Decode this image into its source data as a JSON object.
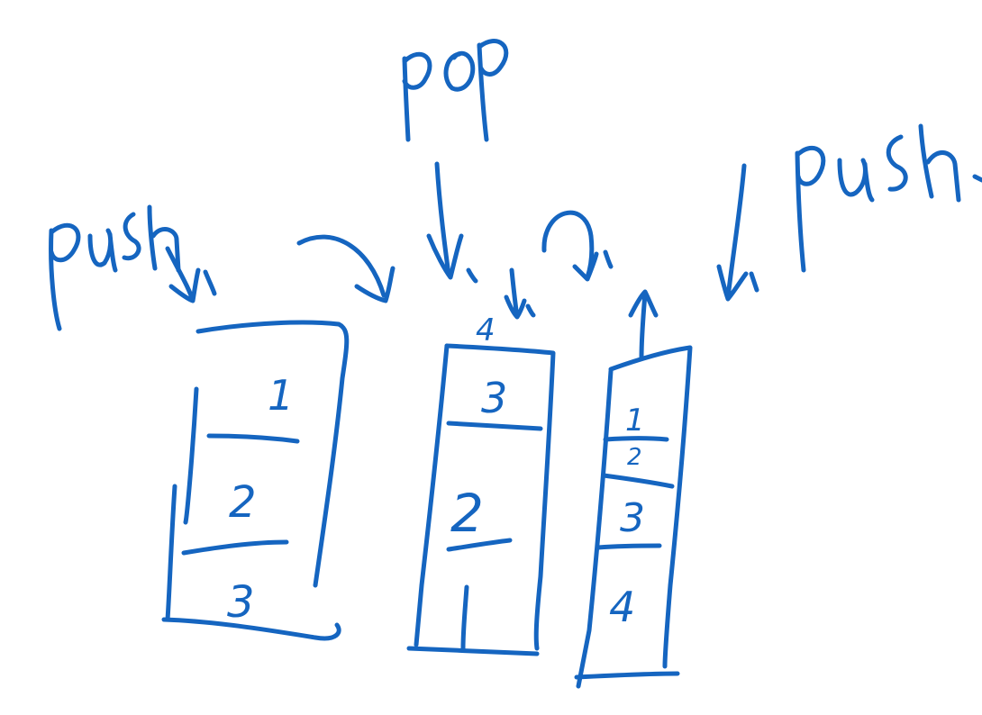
{
  "labels": {
    "push_left": "push",
    "pop": "pop",
    "push_right": "push"
  },
  "stack_left": {
    "cells": [
      "1",
      "2",
      "3"
    ]
  },
  "stack_middle": {
    "incoming": "4",
    "cells": [
      "3",
      "2"
    ]
  },
  "stack_right": {
    "cells": [
      "1",
      "2",
      "3",
      "4"
    ]
  },
  "colors": {
    "ink": "#1565c0",
    "background": "#ffffff"
  },
  "icons": {
    "arrows": "hand-drawn-arrow-icon"
  }
}
